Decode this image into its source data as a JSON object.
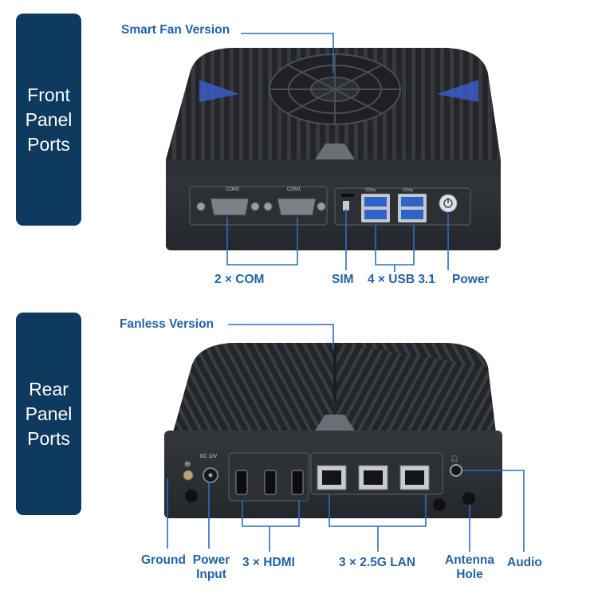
{
  "front": {
    "card_lines": [
      "Front",
      "Panel",
      "Ports"
    ],
    "version_label": "Smart Fan Version",
    "port_labels": {
      "com": "2 × COM",
      "sim": "SIM",
      "usb": "4 × USB 3.1",
      "power": "Power"
    },
    "silk": {
      "com2": "COM2",
      "com1": "COM1"
    }
  },
  "rear": {
    "card_lines": [
      "Rear",
      "Panel",
      "Ports"
    ],
    "version_label": "Fanless Version",
    "port_labels": {
      "ground": "Ground",
      "power_input_line1": "Power",
      "power_input_line2": "Input",
      "hdmi": "3 × HDMI",
      "lan": "3 × 2.5G LAN",
      "antenna_line1": "Antenna",
      "antenna_line2": "Hole",
      "audio": "Audio"
    },
    "silk": {
      "dc": "DC 12V"
    }
  },
  "colors": {
    "card_bg": "#0f3a5f",
    "label": "#1f63a8",
    "leader_line": "#2a6fc0",
    "chassis": "#26292d"
  }
}
